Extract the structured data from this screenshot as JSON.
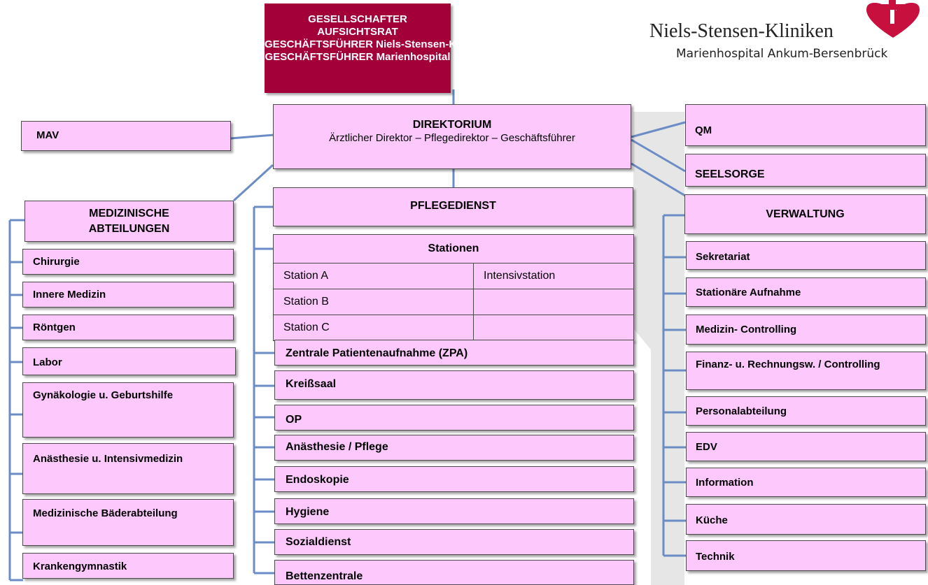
{
  "top": {
    "line1": "GESELLSCHAFTER",
    "line2": "AUFSICHTSRAT",
    "line3": "GESCHÄFTSFÜHRER  Niels-Stensen-Kliniken",
    "line4": "GESCHÄFTSFÜHRER Marienhospital"
  },
  "logo": {
    "name": "Niels-Stensen-Kliniken",
    "subtitle": "Marienhospital Ankum-Bersenbrück",
    "color": "#c8103e"
  },
  "direktorium": {
    "title": "DIREKTORIUM",
    "subtitle": "Ärztlicher Direktor – Pflegedirektor – Geschäftsführer"
  },
  "mav": "MAV",
  "qm": "QM",
  "seelsorge": "SEELSORGE",
  "medizin": {
    "header_line1": "MEDIZINISCHE",
    "header_line2": "ABTEILUNGEN",
    "items": [
      "Chirurgie",
      "Innere Medizin",
      "Röntgen",
      "Labor",
      "Gynäkologie u. Geburtshilfe",
      "Anästhesie u. Intensivmedizin",
      "Medizinische Bäderabteilung",
      "Krankengymnastik"
    ]
  },
  "pflege": {
    "header": "PFLEGEDIENST",
    "stationen": {
      "header": "Stationen",
      "rows": [
        [
          "Station A",
          "Intensivstation"
        ],
        [
          "Station B",
          ""
        ],
        [
          "Station C",
          ""
        ]
      ]
    },
    "items": [
      "Zentrale Patientenaufnahme (ZPA)",
      "Kreißsaal",
      "OP",
      "Anästhesie / Pflege",
      "Endoskopie",
      "Hygiene",
      "Sozialdienst",
      "Bettenzentrale"
    ]
  },
  "verwaltung": {
    "header": "VERWALTUNG",
    "items": [
      "Sekretariat",
      "Stationäre Aufnahme",
      "Medizin- Controlling",
      "Finanz- u. Rechnungsw. / Controlling",
      "Personalabteilung",
      "EDV",
      "Information",
      "Küche",
      "Technik"
    ]
  },
  "colors": {
    "box_fill": "#fdc9fd",
    "top_fill": "#a3003a",
    "connector": "#6b8cc4",
    "gray_band": "#e6e6e6"
  }
}
